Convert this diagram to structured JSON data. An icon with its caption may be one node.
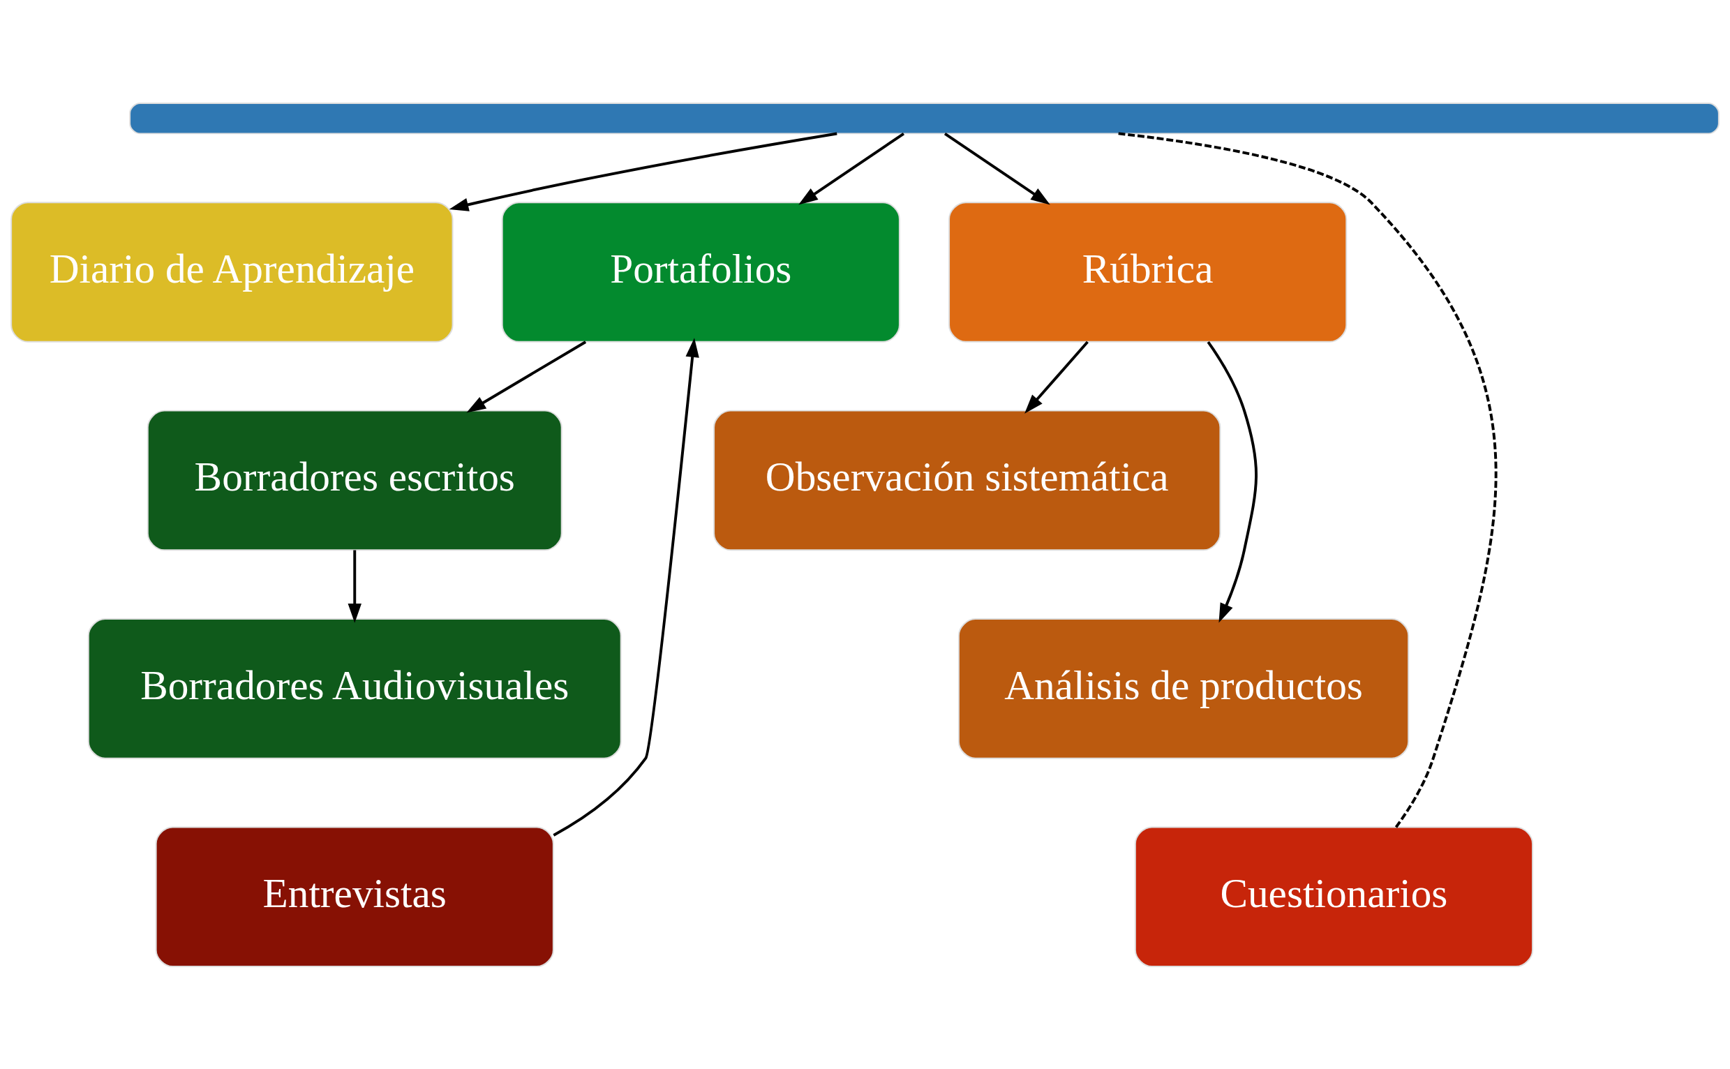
{
  "diagram": {
    "nodes": [
      {
        "text": [],
        "shape": "bar"
      },
      {
        "text": [
          "Diario de Aprendizaje"
        ]
      },
      {
        "text": [
          "Portafolios"
        ]
      },
      {
        "text": [
          "Rúbrica"
        ]
      },
      {
        "text": [
          "Borradores escritos"
        ]
      },
      {
        "text": [
          "Observación sistemática"
        ]
      },
      {
        "text": [
          "Borradores Audiovisuales"
        ]
      },
      {
        "text": [
          "Análisis de productos"
        ]
      },
      {
        "text": [
          "Entrevistas"
        ]
      },
      {
        "text": [
          "Cuestionarios"
        ]
      }
    ],
    "edges": [
      {
        "from": 0,
        "to": 1,
        "arrow": "to"
      },
      {
        "from": 0,
        "to": 2,
        "arrow": "to"
      },
      {
        "from": 0,
        "to": 9,
        "arrow": "none",
        "style": "dashed"
      },
      {
        "from": 0,
        "to": 3,
        "arrow": "to"
      },
      {
        "from": 2,
        "to": 4,
        "arrow": "to"
      },
      {
        "from": 4,
        "to": 6,
        "arrow": "to"
      },
      {
        "from": 3,
        "to": 5,
        "arrow": "to"
      },
      {
        "from": 3,
        "to": 7,
        "arrow": "to"
      },
      {
        "from": 8,
        "to": 2,
        "arrow": "to"
      }
    ]
  }
}
